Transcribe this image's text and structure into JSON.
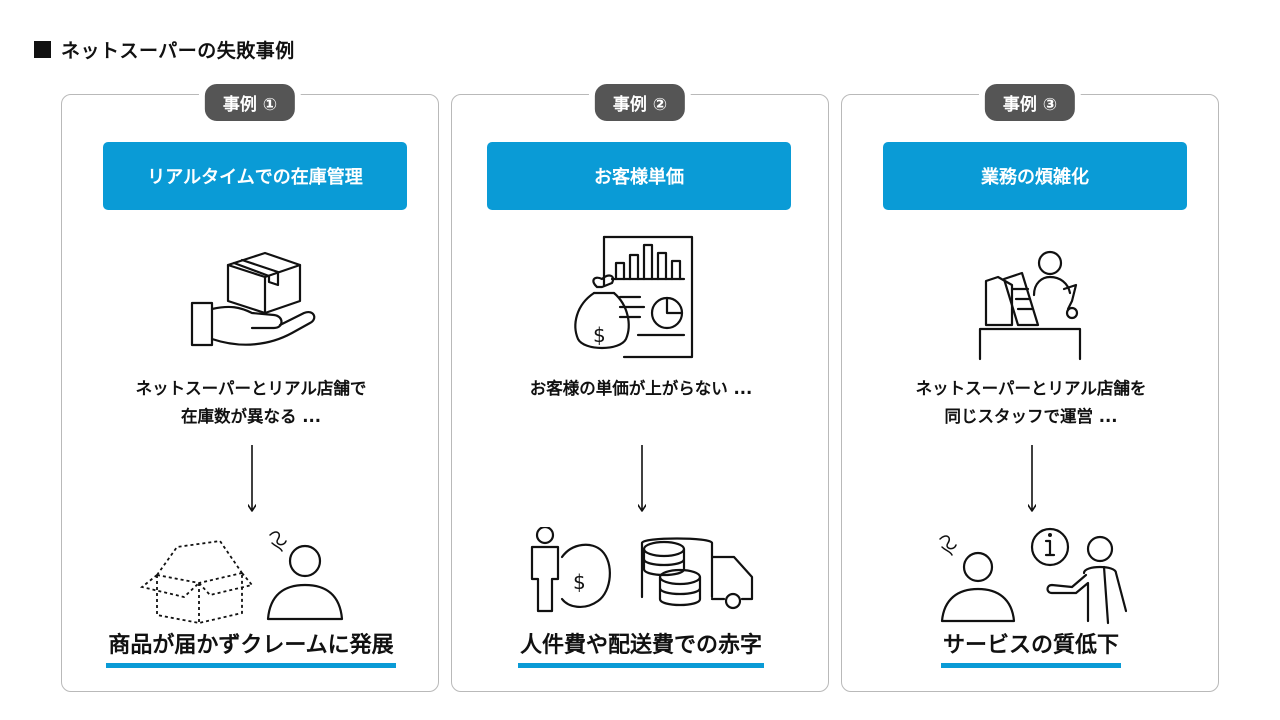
{
  "page": {
    "title": "ネットスーパーの失敗事例"
  },
  "cases": [
    {
      "badge": "事例 ①",
      "category": "リアルタイムでの在庫管理",
      "description": "ネットスーパーとリアル店舗で\n在庫数が異なる ...",
      "result": "商品が届かずクレームに発展",
      "icons": [
        "hand-holding-box-icon",
        "empty-box-icon",
        "frustrated-person-icon"
      ]
    },
    {
      "badge": "事例 ②",
      "category": "お客様単価",
      "description": "お客様の単価が上がらない ...",
      "result": "人件費や配送費での赤字",
      "icons": [
        "sales-report-icon",
        "person-cost-icon",
        "delivery-truck-icon"
      ]
    },
    {
      "badge": "事例 ③",
      "category": "業務の煩雑化",
      "description": "ネットスーパーとリアル店舗を\n同じスタッフで運営 ...",
      "result": "サービスの質低下",
      "icons": [
        "cashier-icon",
        "frustrated-person-icon",
        "info-staff-icon"
      ]
    }
  ],
  "colors": {
    "accent": "#0a9bd6",
    "badge": "#555555",
    "border": "#b9b9b9"
  }
}
